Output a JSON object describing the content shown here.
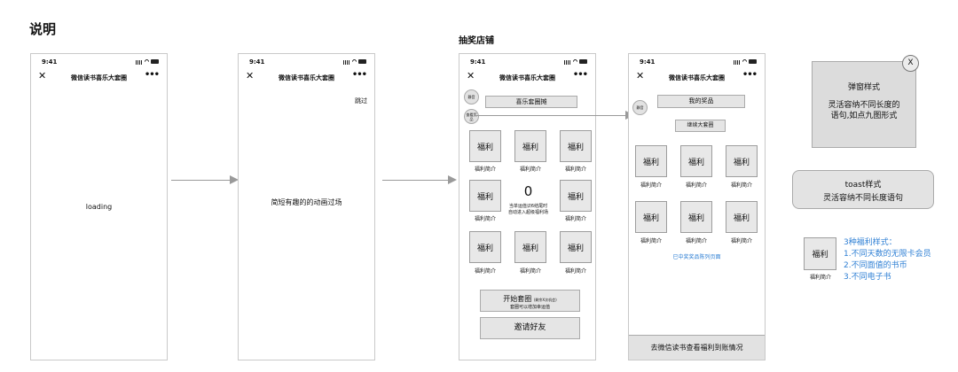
{
  "page_title": "说明",
  "shop_title": "抽奖店铺",
  "status_time": "9:41",
  "nav_title": "微信读书喜乐大套圈",
  "phone1": {
    "loading_text": "loading"
  },
  "phone2": {
    "skip_label": "跳过",
    "animation_text": "简短有趣的的动画过场"
  },
  "phone3": {
    "btn_rules": "静音",
    "btn_prizes": "查看奖品",
    "banner": "喜乐套圈摊",
    "prize_label": "福利",
    "prize_caption": "福利简介",
    "counter_value": "0",
    "counter_hint_1": "当单运值识6结尾时",
    "counter_hint_2": "自动进入超级福利场",
    "start_btn": "开始套圈",
    "start_btn_note": "(剩余X次机会)",
    "start_btn_sub": "套圈可以增加幸运值",
    "invite_btn": "邀请好友"
  },
  "phone4": {
    "btn_rules": "静音",
    "my_prizes": "我的奖品",
    "continue_btn": "继续大套圈",
    "prize_label": "福利",
    "prize_caption": "福利简介",
    "shown_note": "已中奖奖品陈列页面",
    "bottom_bar": "去微信读书查看福利到账情况"
  },
  "popup": {
    "title": "弹窗样式",
    "desc_1": "灵活容纳不同长度的",
    "desc_2": "语句,如点九图形式",
    "close": "X"
  },
  "toast": {
    "title": "toast样式",
    "desc": "灵活容纳不同长度语句"
  },
  "legend": {
    "prize_label": "福利",
    "prize_caption": "福利简介",
    "heading": "3种福利样式：",
    "item_1": "1.不同天数的无限卡会员",
    "item_2": "2.不同面值的书币",
    "item_3": "3.不同电子书"
  },
  "colors": {
    "accent_blue": "#2e7fd4",
    "box_gray": "#ebebeb",
    "arrow_gray": "#9a9a9a"
  }
}
